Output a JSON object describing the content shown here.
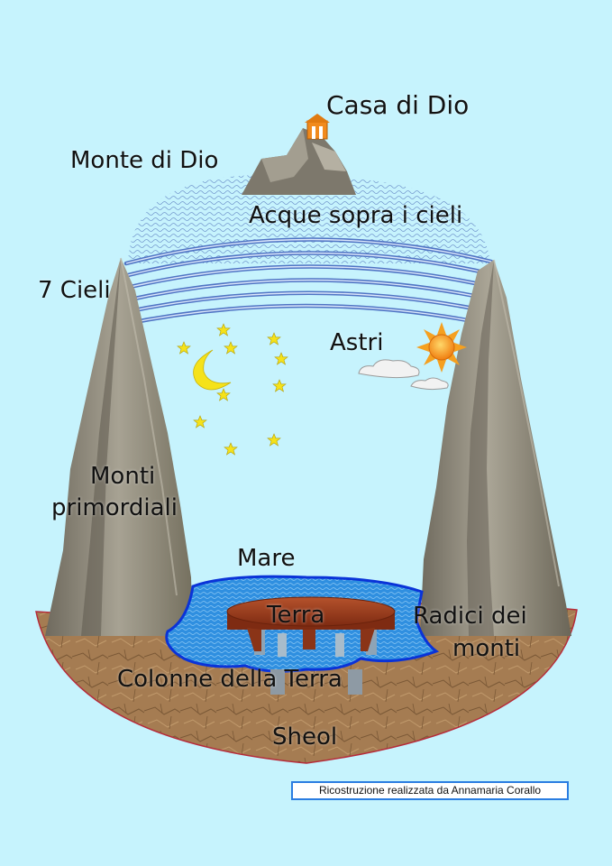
{
  "labels": {
    "casa_di_dio": "Casa di Dio",
    "monte_di_dio": "Monte di Dio",
    "acque_sopra": "Acque sopra i cieli",
    "sette_cieli": "7 Cieli",
    "astri": "Astri",
    "monti_line1": "Monti",
    "monti_line2": "primordiali",
    "mare": "Mare",
    "terra": "Terra",
    "radici_line1": "Radici dei",
    "radici_line2": "monti",
    "colonne": "Colonne della Terra",
    "sheol": "Sheol"
  },
  "credit": "Ricostruzione realizzata da Annamaria Corallo",
  "colors": {
    "background": "#c6f3fd",
    "sky_band": "#4f74c4",
    "sea": "#2f8fe0",
    "sea_border": "#0a33d8",
    "earth": "#a57c52",
    "table": "#9a3a1c",
    "mountain": "#8c8678",
    "star": "#f5e21a",
    "sun": "#f39a1e"
  }
}
